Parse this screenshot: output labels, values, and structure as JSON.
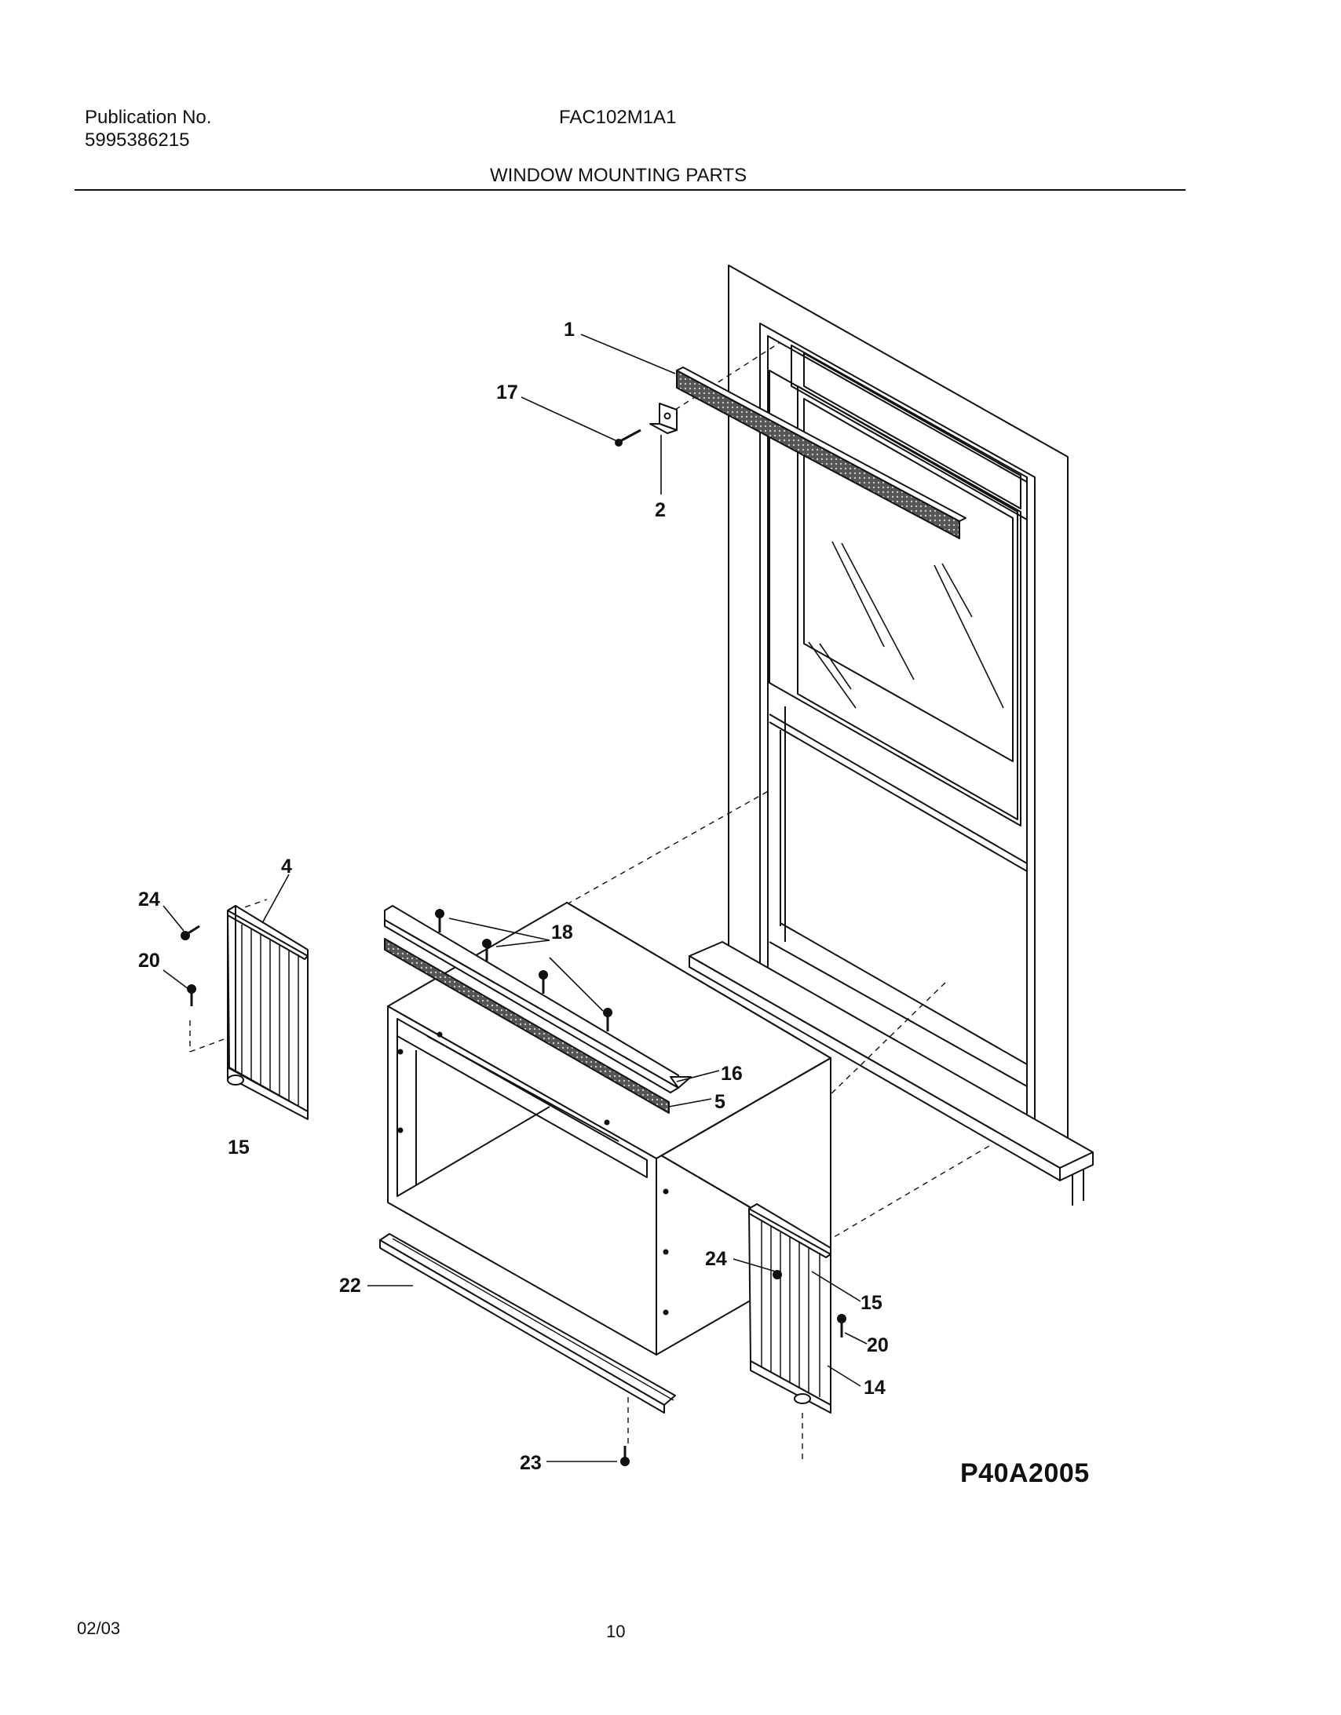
{
  "header": {
    "publication_label": "Publication No.",
    "publication_number": "5995386215",
    "model": "FAC102M1A1",
    "section_title": "WINDOW MOUNTING PARTS"
  },
  "diagram": {
    "code": "P40A2005",
    "callouts": [
      {
        "key": "c1",
        "label": "1"
      },
      {
        "key": "c2",
        "label": "2"
      },
      {
        "key": "c4",
        "label": "4"
      },
      {
        "key": "c5",
        "label": "5"
      },
      {
        "key": "c14",
        "label": "14"
      },
      {
        "key": "c15a",
        "label": "15"
      },
      {
        "key": "c15b",
        "label": "15"
      },
      {
        "key": "c16",
        "label": "16"
      },
      {
        "key": "c17",
        "label": "17"
      },
      {
        "key": "c18",
        "label": "18"
      },
      {
        "key": "c20a",
        "label": "20"
      },
      {
        "key": "c20b",
        "label": "20"
      },
      {
        "key": "c22",
        "label": "22"
      },
      {
        "key": "c23",
        "label": "23"
      },
      {
        "key": "c24a",
        "label": "24"
      },
      {
        "key": "c24b",
        "label": "24"
      }
    ]
  },
  "footer": {
    "date": "02/03",
    "page": "10"
  }
}
